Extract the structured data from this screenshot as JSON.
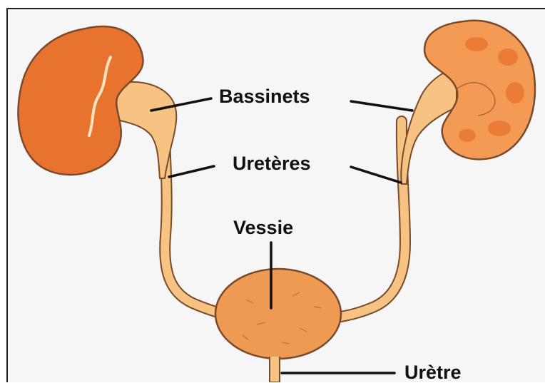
{
  "labels": {
    "bassinets": "Bassinets",
    "ureteres": "Uretères",
    "vessie": "Vessie",
    "uretre": "Urètre"
  },
  "colors": {
    "background": "#f6f6f6",
    "frame_border": "#222222",
    "kidney_dark": "#e8732e",
    "kidney_light": "#f39a55",
    "pelvis_tan": "#f7c383",
    "bladder": "#ee9a52",
    "outline": "#7a4a2a",
    "leader_line": "#111111"
  },
  "icons": {
    "left_kidney": "kidney-icon",
    "right_kidney": "kidney-icon",
    "bladder": "bladder-icon"
  }
}
